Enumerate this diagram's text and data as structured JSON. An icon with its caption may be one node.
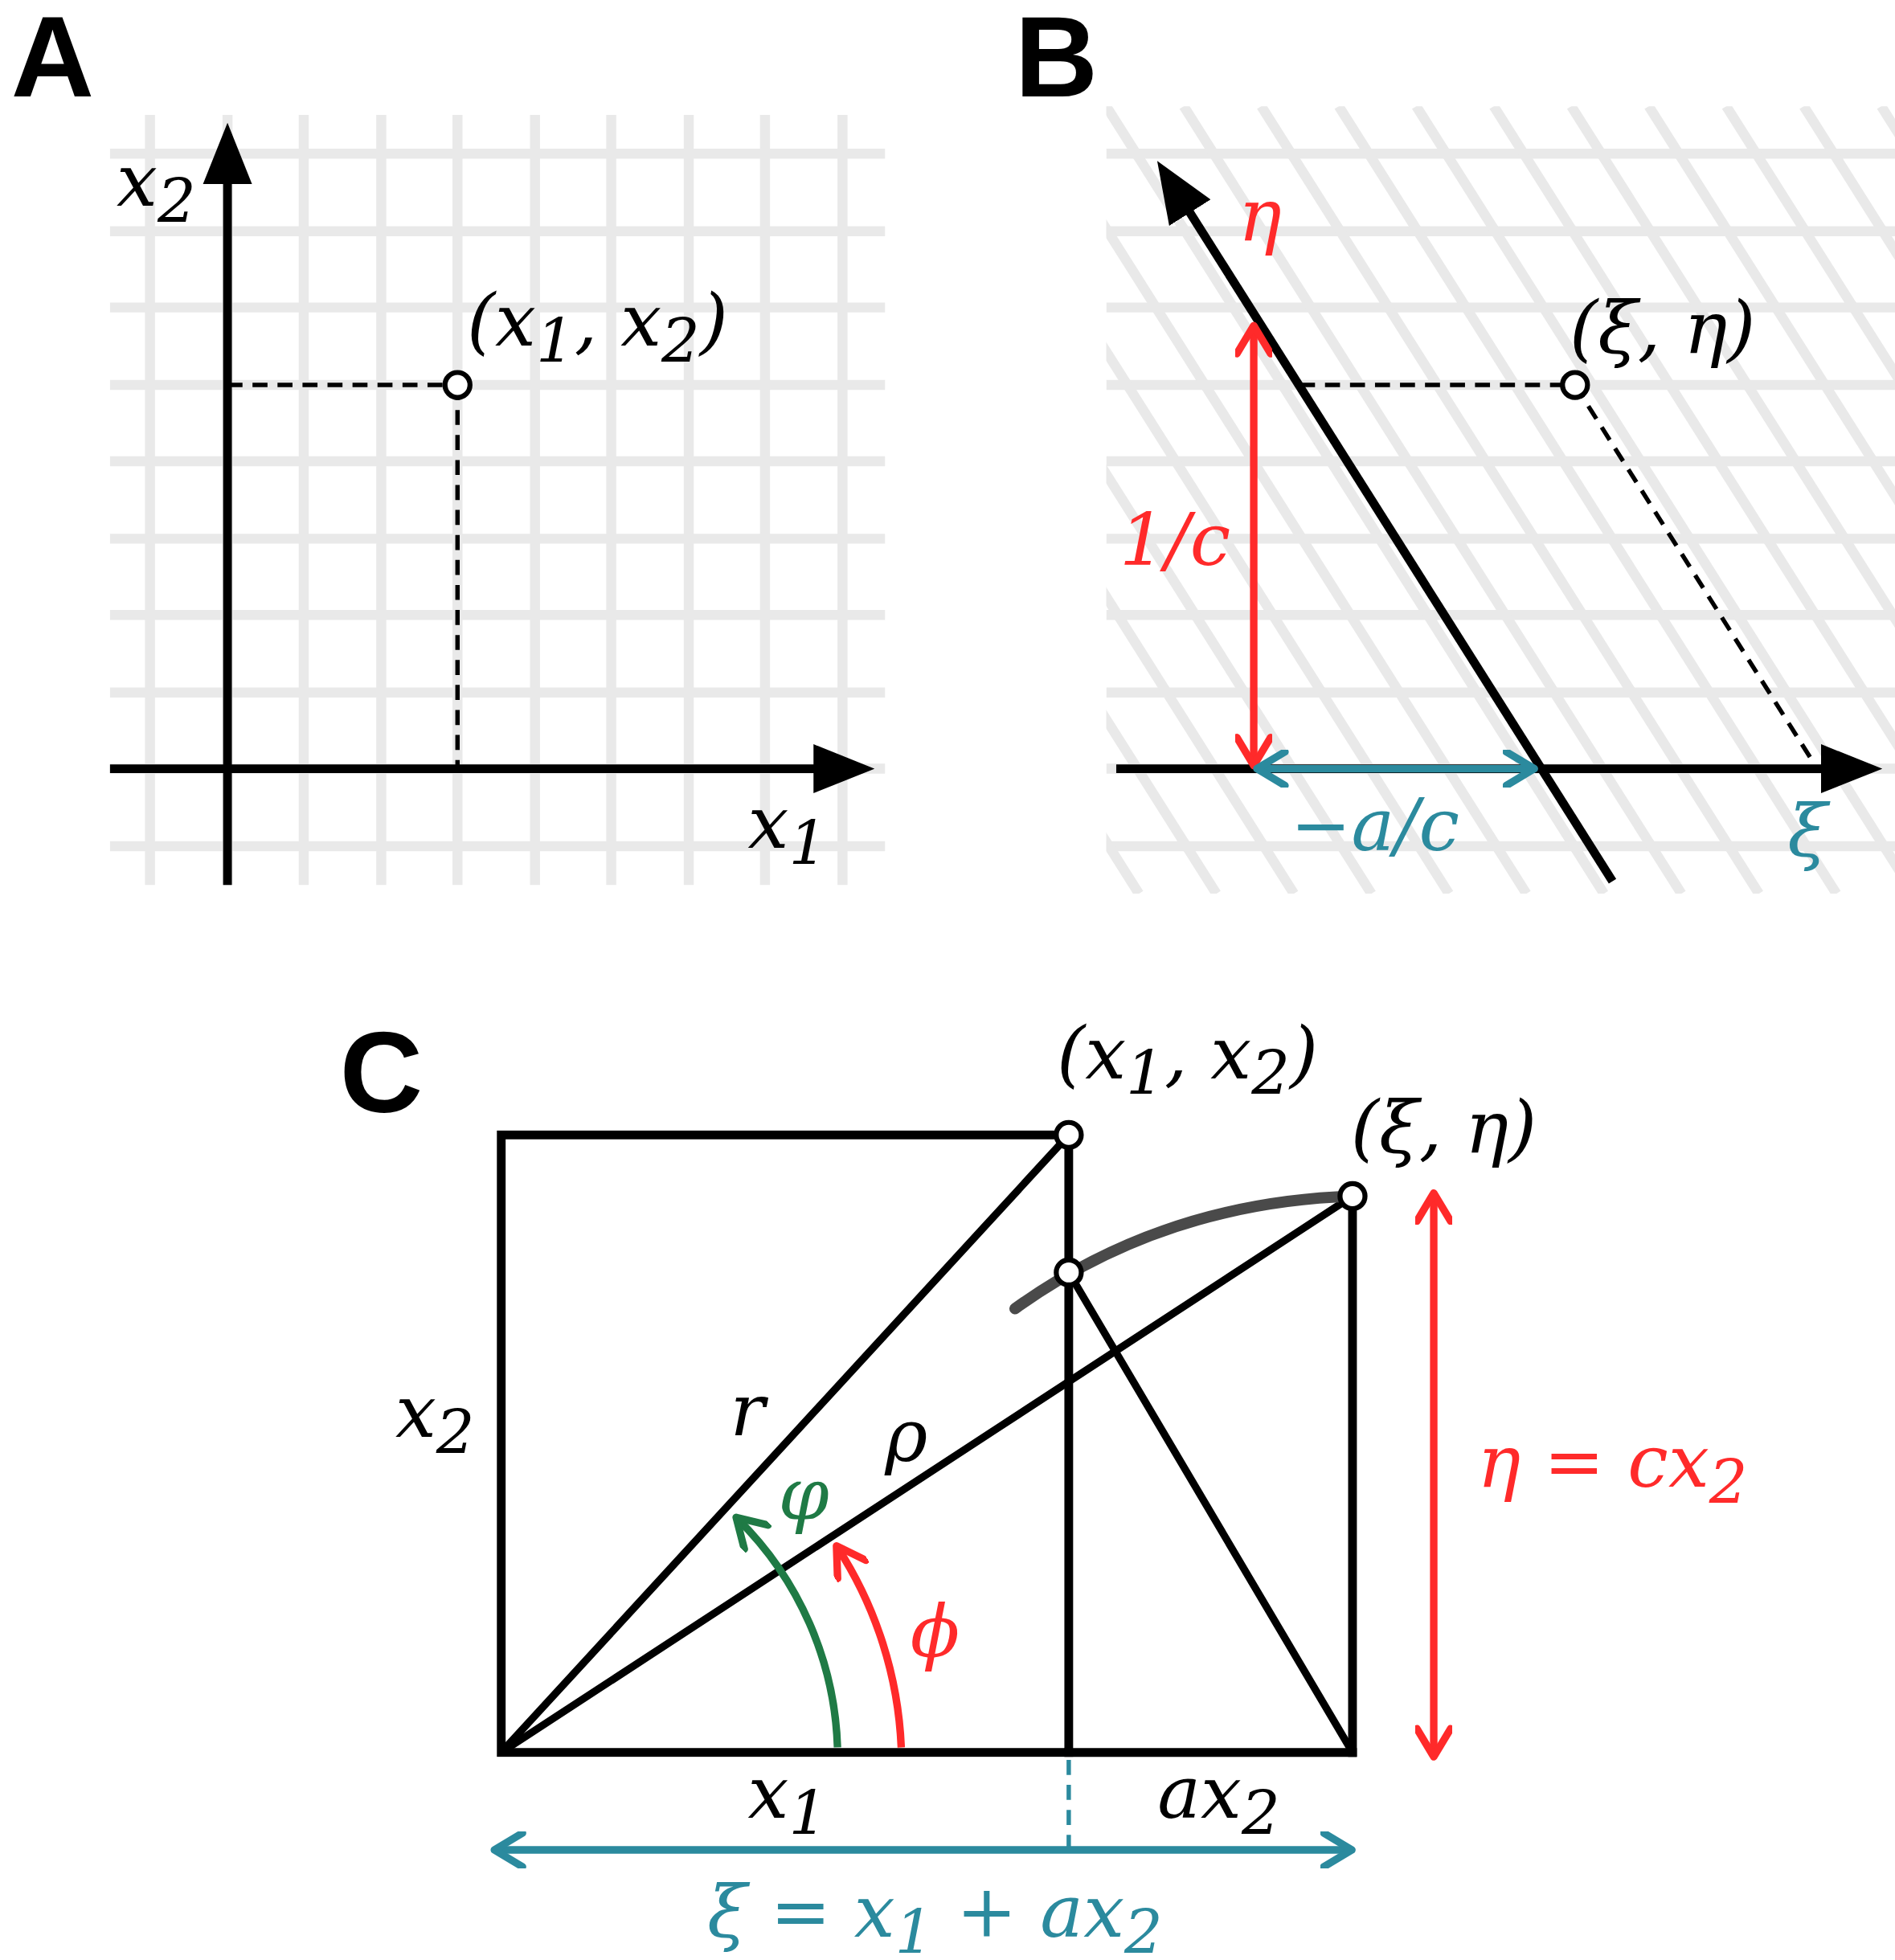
{
  "diagram": {
    "labels": [
      "A",
      "B",
      "C",
      "x$_{2}$",
      "(x$_{1}$, x$_{2}$)",
      "x$_{1}$",
      "η",
      "(ξ, η)",
      "1/c",
      "−a/c",
      "ξ",
      "(x$_{1}$, x$_{2}$)",
      "(ξ, η)",
      "x$_{2}$",
      "r",
      "ρ",
      "φ",
      "ϕ",
      "η = cx$_{2}$",
      "x$_{1}$",
      "ax$_{2}$",
      "ξ = x$_{1}$ + ax$_{2}$"
    ]
  }
}
